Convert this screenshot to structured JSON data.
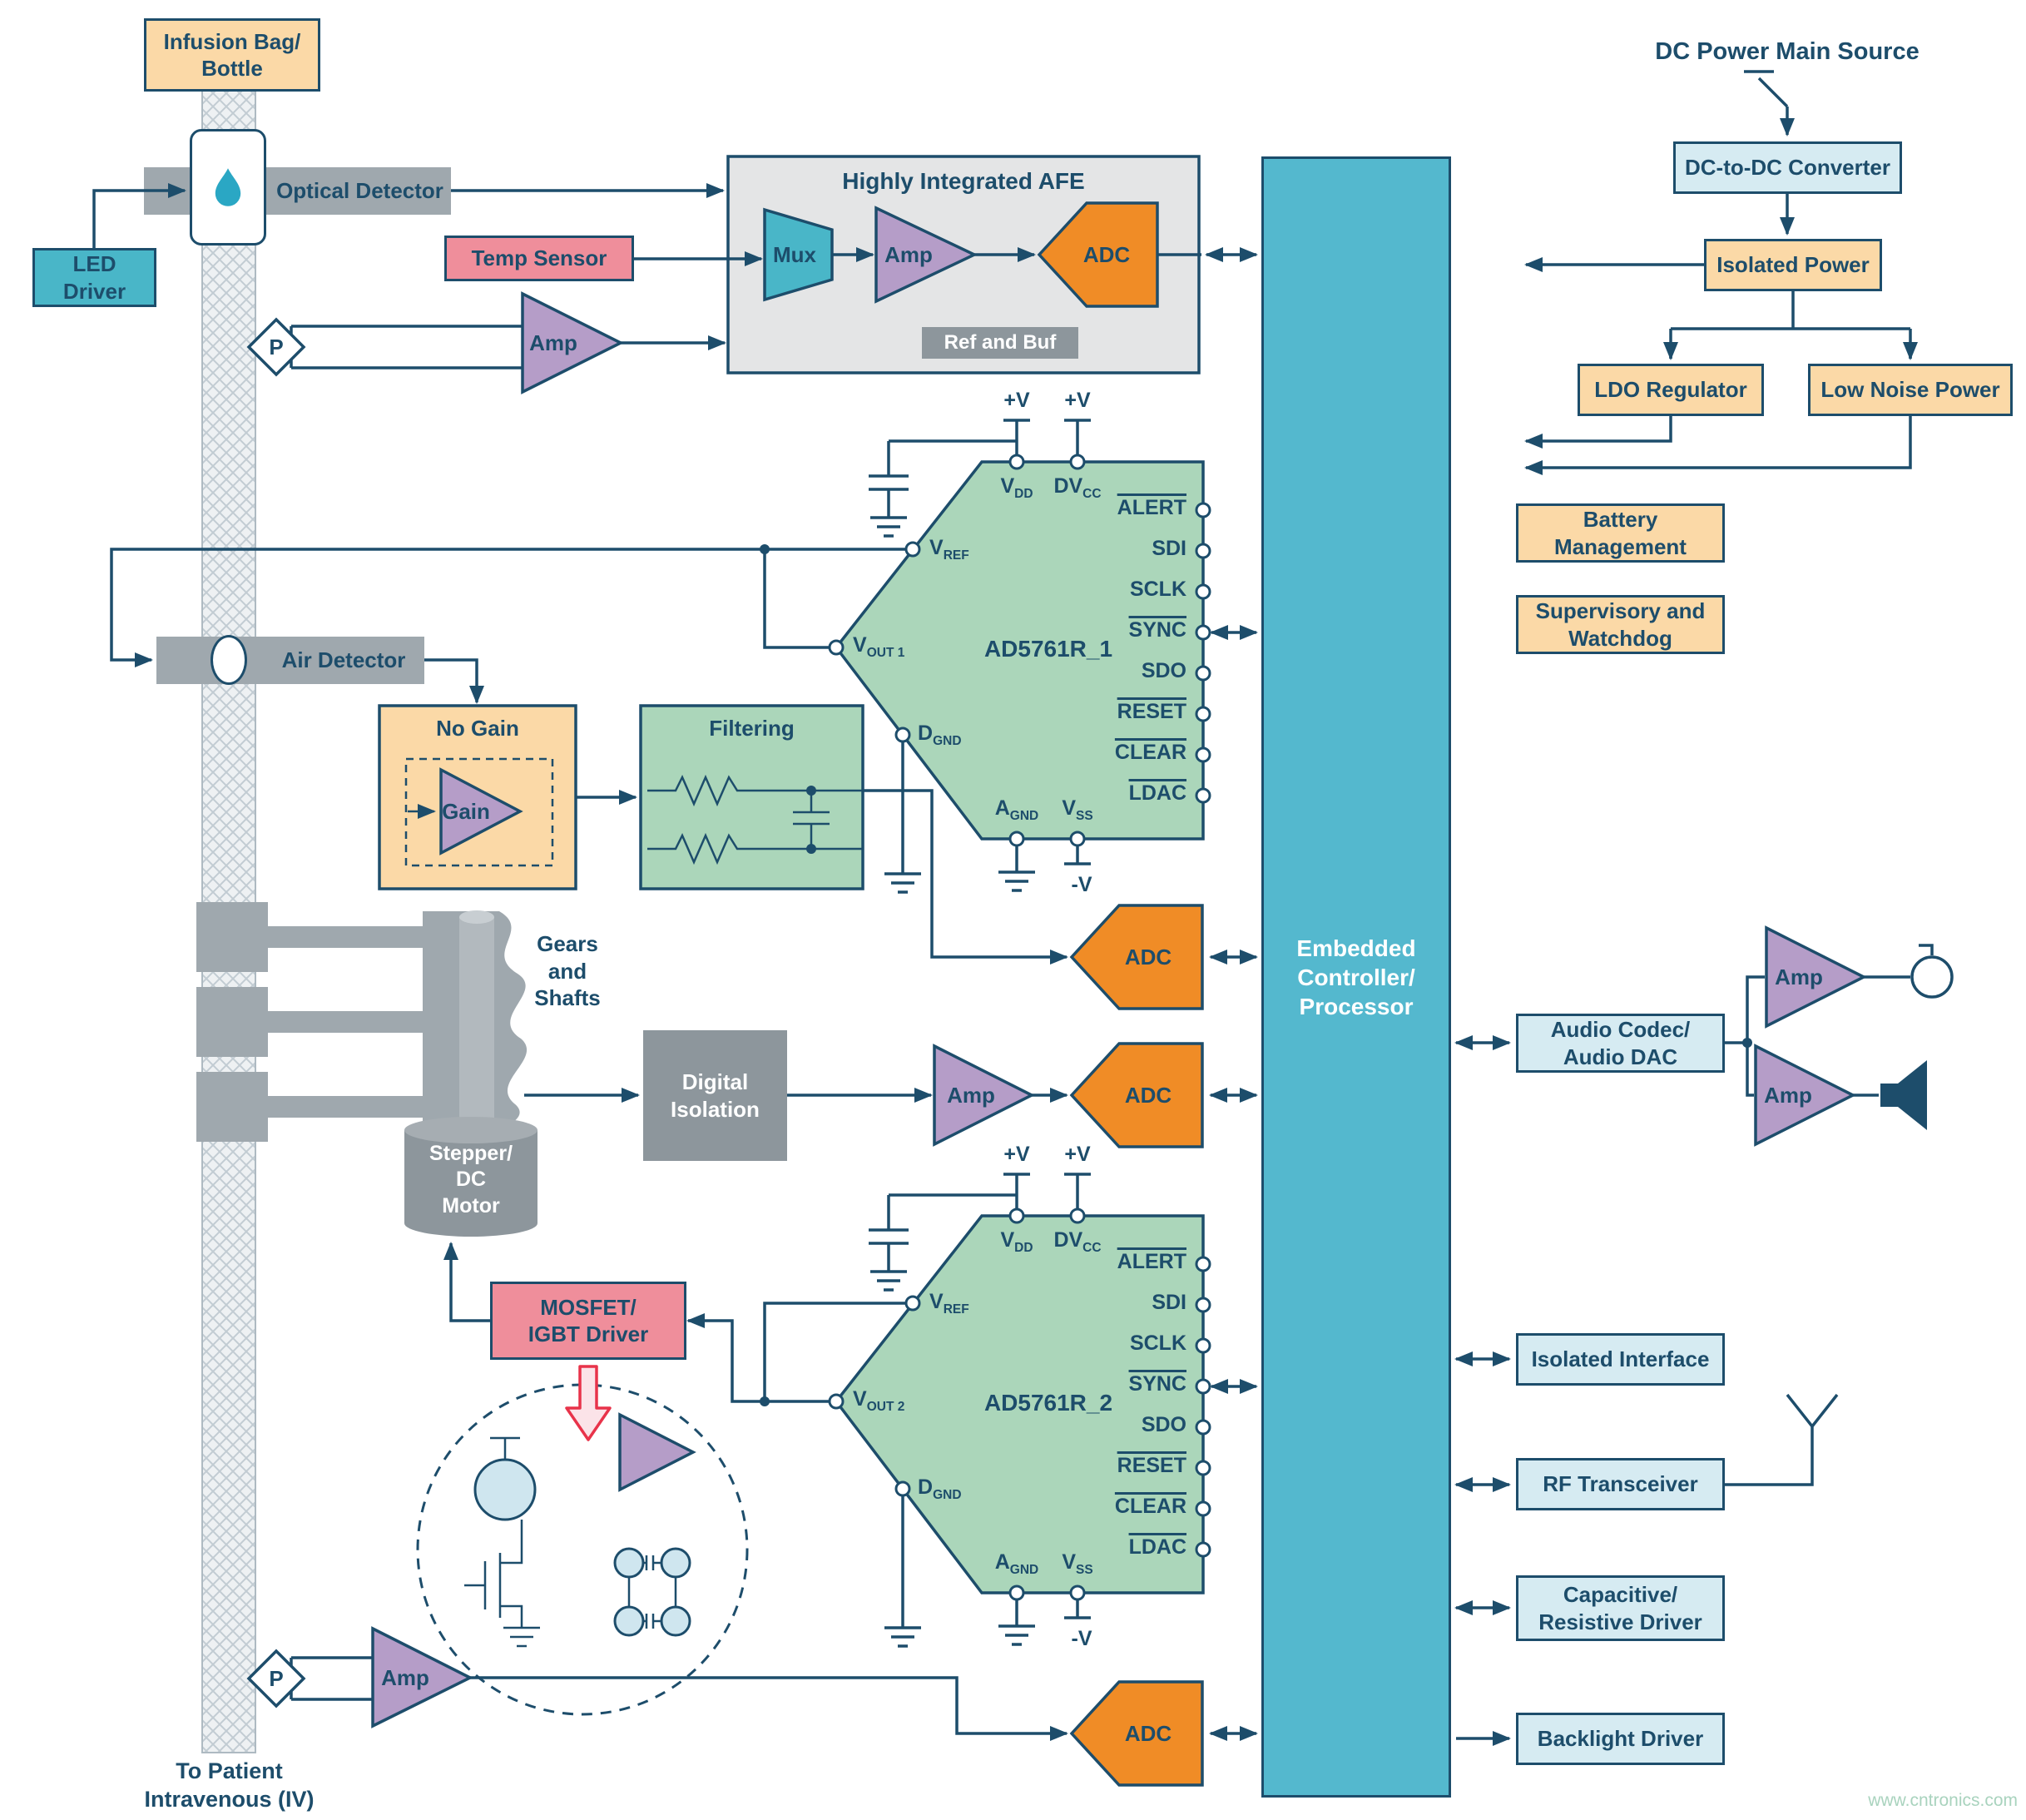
{
  "watermark": "www.cntronics.com",
  "colors": {
    "line": "#1d4d6b",
    "orange": "#fbd9a7",
    "pink": "#ef8e9b",
    "teal": "#49b6c8",
    "graybar": "#9fa8ae",
    "graydark": "#8d969c",
    "purple": "#b59dc8",
    "adc": "#f08c26",
    "green": "#abd6ba",
    "lblue": "#d6ebf2",
    "ctrl": "#54b8ce",
    "afebg": "#e4e5e6",
    "red": "#e8334a",
    "wm": "#a9d3be"
  },
  "labels": {
    "infusion_bag_1": "Infusion Bag/",
    "infusion_bag_2": "Bottle",
    "led_1": "LED",
    "led_2": "Driver",
    "optical": "Optical Detector",
    "temp": "Temp Sensor",
    "p": "P",
    "amp": "Amp",
    "mux": "Mux",
    "adc": "ADC",
    "afe_title": "Highly Integrated AFE",
    "ref_buf": "Ref and Buf",
    "air": "Air Detector",
    "no_gain": "No Gain",
    "gain": "Gain",
    "filtering": "Filtering",
    "gears_1": "Gears",
    "gears_2": "and",
    "gears_3": "Shafts",
    "motor_1": "Stepper/",
    "motor_2": "DC",
    "motor_3": "Motor",
    "digiso_1": "Digital",
    "digiso_2": "Isolation",
    "mosfet_1": "MOSFET/",
    "mosfet_2": "IGBT Driver",
    "ctrl_1": "Embedded",
    "ctrl_2": "Controller/",
    "ctrl_3": "Processor",
    "dac1": "AD5761R_1",
    "dac2": "AD5761R_2",
    "plus_v": "+V",
    "minus_v": "-V",
    "dc_source": "DC Power Main Source",
    "dcdc": "DC-to-DC Converter",
    "iso_power": "Isolated Power",
    "ldo": "LDO Regulator",
    "low_noise": "Low Noise Power",
    "battery_1": "Battery",
    "battery_2": "Management",
    "supervisory_1": "Supervisory and",
    "supervisory_2": "Watchdog",
    "audio_1": "Audio Codec/",
    "audio_2": "Audio DAC",
    "iso_interface": "Isolated Interface",
    "rf": "RF Transceiver",
    "cap_1": "Capacitive/",
    "cap_2": "Resistive Driver",
    "backlight": "Backlight Driver",
    "patient_1": "To Patient",
    "patient_2": "Intravenous (IV)"
  },
  "dac_pins": {
    "right": [
      {
        "t": "ALERT",
        "bar": true
      },
      {
        "t": "SDI",
        "bar": false
      },
      {
        "t": "SCLK",
        "bar": false
      },
      {
        "t": "SYNC",
        "bar": true
      },
      {
        "t": "SDO",
        "bar": false
      },
      {
        "t": "RESET",
        "bar": true
      },
      {
        "t": "CLEAR",
        "bar": true
      },
      {
        "t": "LDAC",
        "bar": true
      }
    ],
    "vdd": {
      "m": "V",
      "s": "DD"
    },
    "dvcc": {
      "m": "DV",
      "s": "CC"
    },
    "vref": {
      "m": "V",
      "s": "REF"
    },
    "vout1": {
      "m": "V",
      "s": "OUT 1"
    },
    "vout2": {
      "m": "V",
      "s": "OUT 2"
    },
    "dgnd": {
      "m": "D",
      "s": "GND"
    },
    "agnd": {
      "m": "A",
      "s": "GND"
    },
    "vss": {
      "m": "V",
      "s": "SS"
    }
  }
}
